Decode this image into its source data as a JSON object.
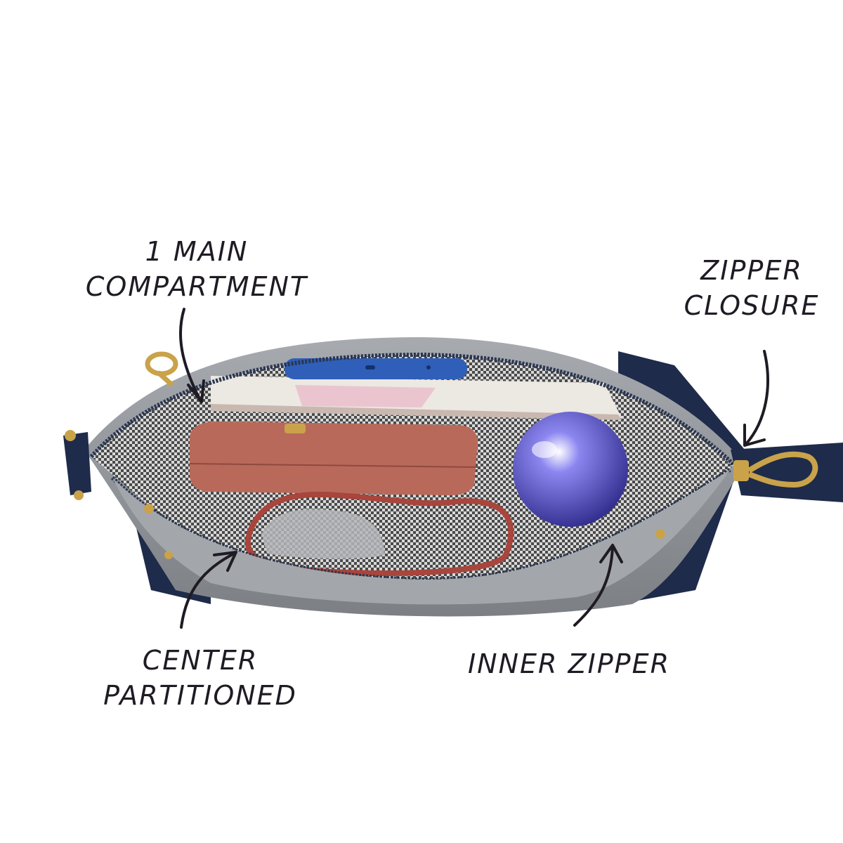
{
  "annotations": {
    "main_compartment": [
      "1 MAIN",
      "COMPARTMENT"
    ],
    "zipper_closure": [
      "ZIPPER",
      "CLOSURE"
    ],
    "center_partitioned": [
      "CENTER",
      "PARTITIONED"
    ],
    "inner_zipper": [
      "INNER ZIPPER"
    ]
  },
  "colors": {
    "bag_body": "#8e9297",
    "bag_navy": "#1e2b4a",
    "lining": "#6f7276",
    "wallet": "#b9695a",
    "sphere": "#5a55c8",
    "gold": "#c9a24a",
    "ink": "#1f1b24"
  },
  "icons": [
    "arrow-icon",
    "zipper-pull-icon",
    "gold-ring-icon"
  ]
}
